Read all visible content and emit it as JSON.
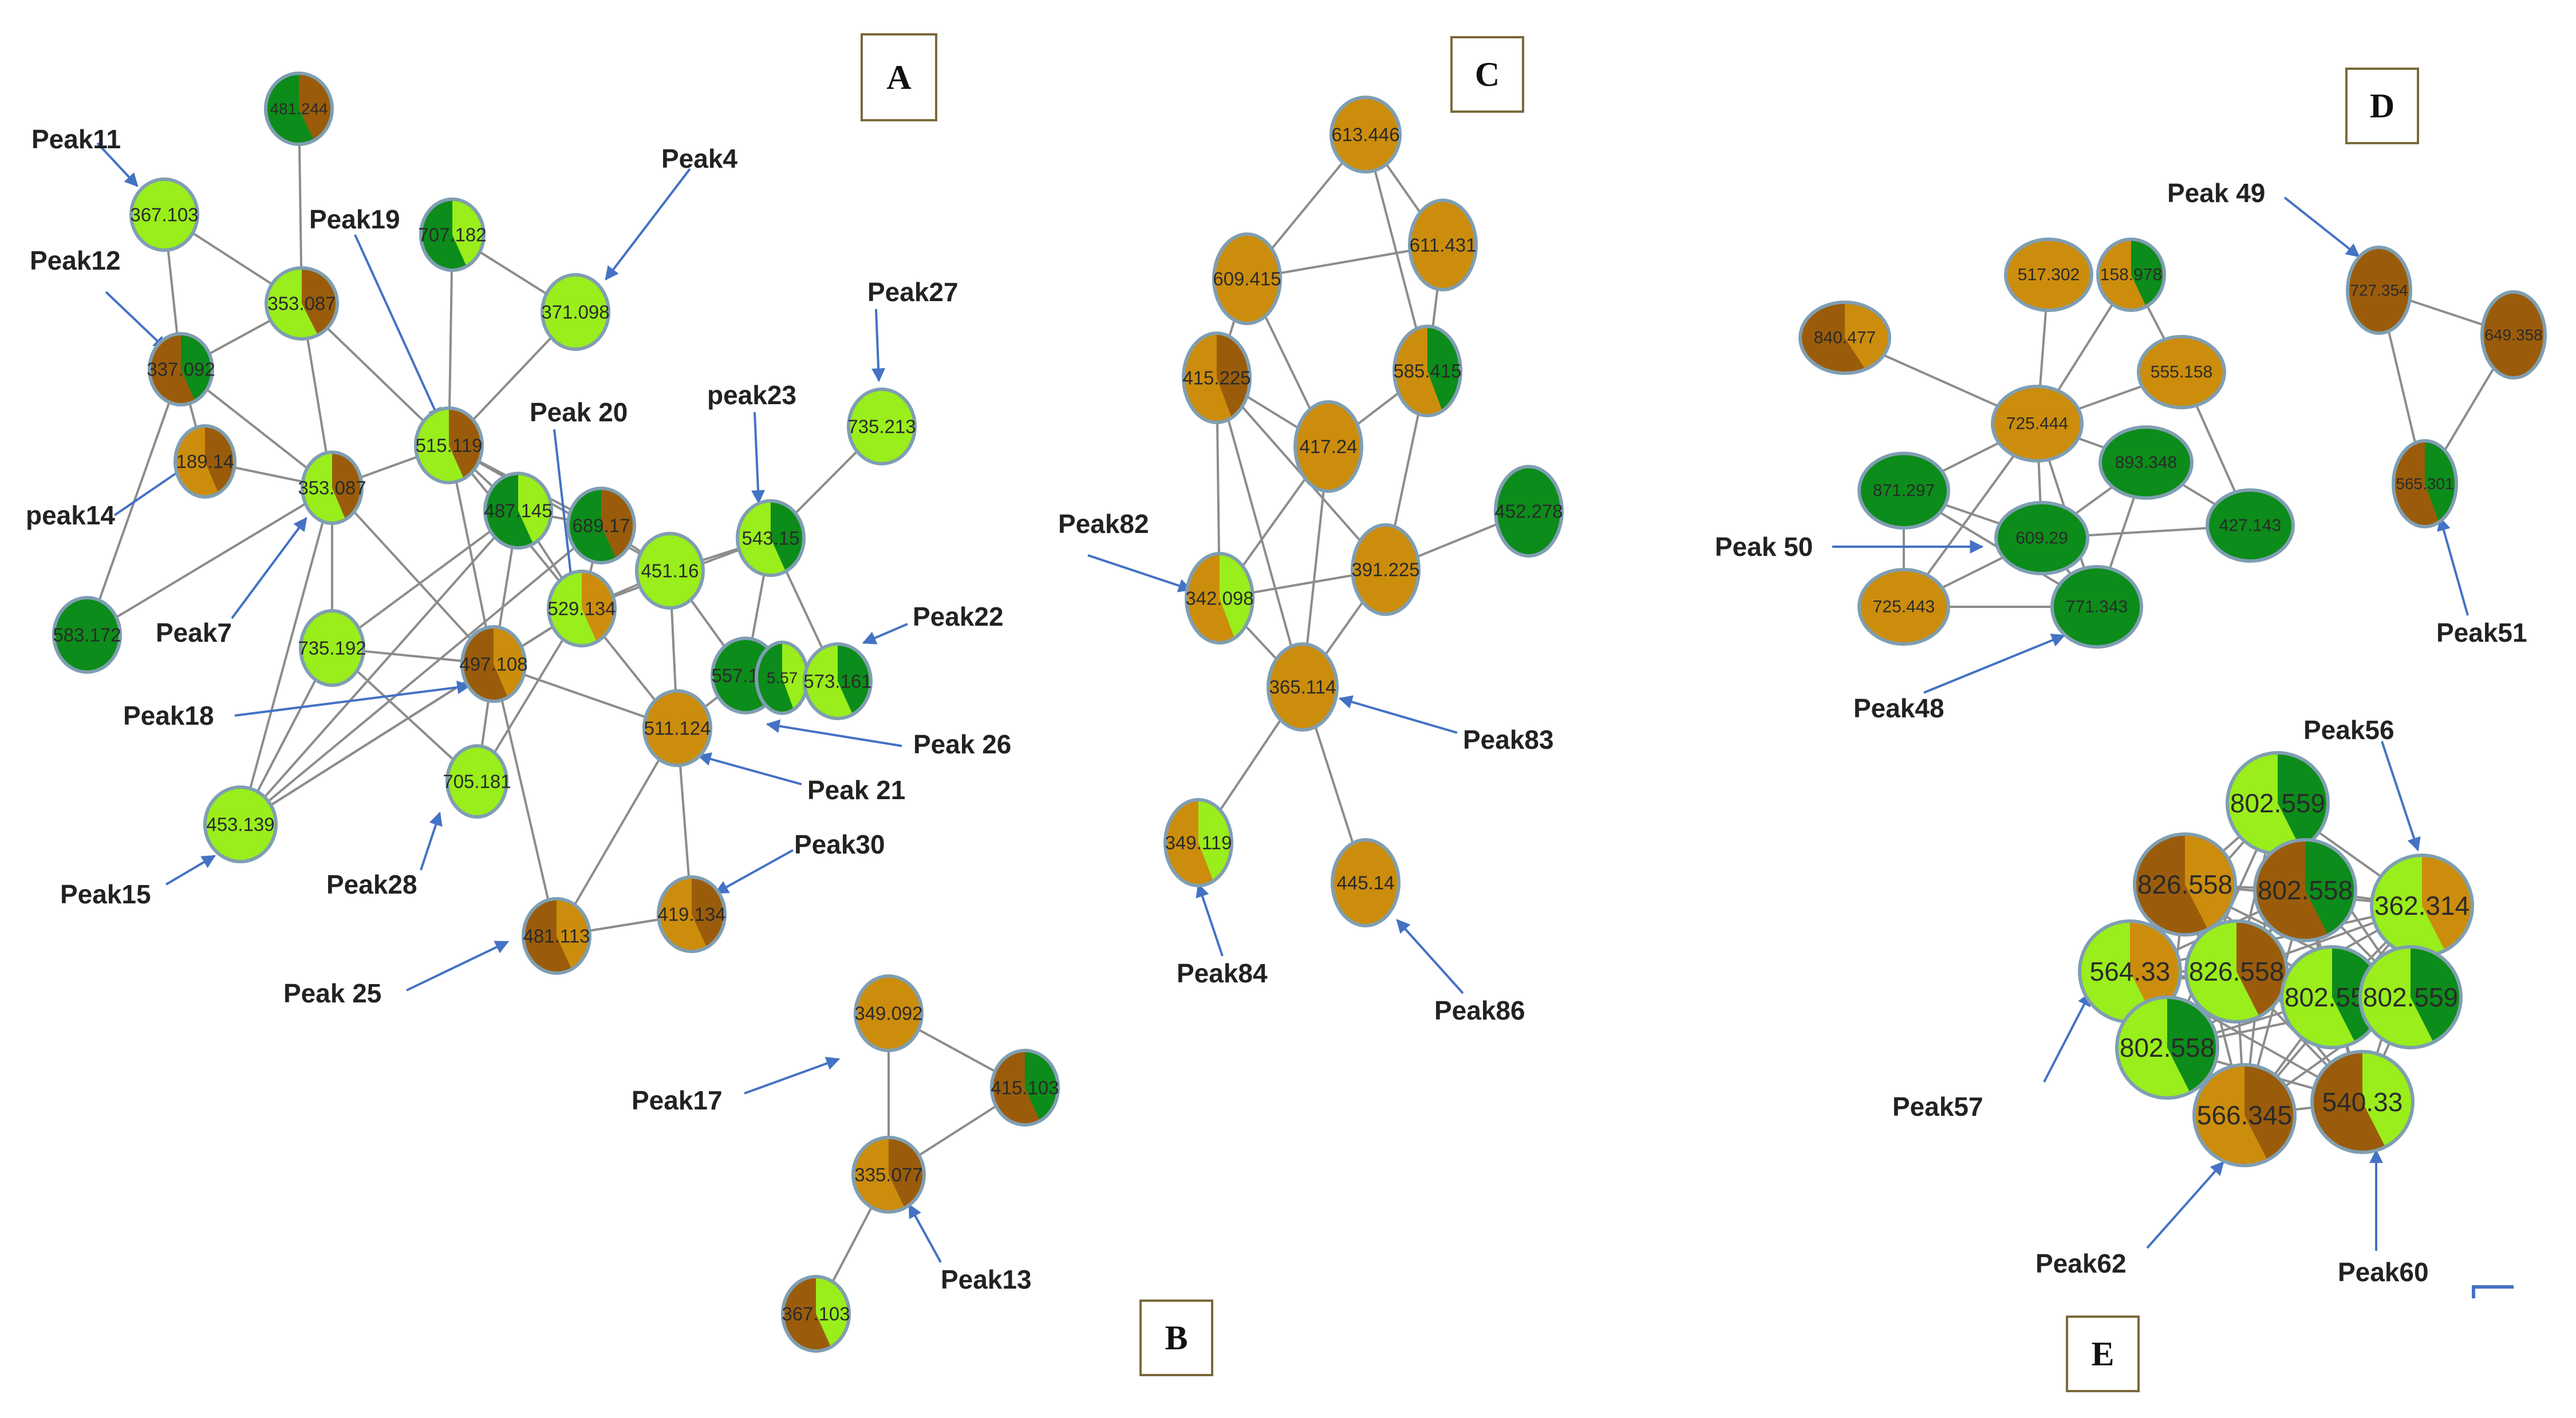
{
  "colors": {
    "lime": "#99ee1b",
    "dark_green": "#0c8c1a",
    "gold": "#cc8d0c",
    "brown": "#9a5c0a",
    "edge": "#8c8c8c",
    "arrow": "#4472c4"
  },
  "panels": {
    "A": "A",
    "B": "B",
    "C": "C",
    "D": "D",
    "E": "E"
  },
  "nodes": {
    "a1": {
      "label": "481.244",
      "fill": "dark_green",
      "accent": "brown"
    },
    "a2": {
      "label": "367.103",
      "fill": "lime",
      "accent": "lime"
    },
    "a3": {
      "label": "353.087",
      "fill": "lime",
      "accent": "brown"
    },
    "a4": {
      "label": "337.092",
      "fill": "brown",
      "accent": "dark_green"
    },
    "a5": {
      "label": "707.182",
      "fill": "dark_green",
      "accent": "lime"
    },
    "a6": {
      "label": "371.098",
      "fill": "lime",
      "accent": "lime"
    },
    "a7": {
      "label": "515.119",
      "fill": "lime",
      "accent": "brown"
    },
    "a8": {
      "label": "189.14",
      "fill": "gold",
      "accent": "brown"
    },
    "a9": {
      "label": "353.087",
      "fill": "lime",
      "accent": "brown"
    },
    "a10": {
      "label": "487.145",
      "fill": "dark_green",
      "accent": "lime"
    },
    "a11": {
      "label": "689.17",
      "fill": "dark_green",
      "accent": "brown"
    },
    "a12": {
      "label": "451.16",
      "fill": "lime",
      "accent": "lime"
    },
    "a13": {
      "label": "543.15",
      "fill": "lime",
      "accent": "dark_green"
    },
    "a14": {
      "label": "735.213",
      "fill": "lime",
      "accent": "lime"
    },
    "a15": {
      "label": "583.172",
      "fill": "dark_green",
      "accent": "dark_green"
    },
    "a16": {
      "label": "735.192",
      "fill": "lime",
      "accent": "lime"
    },
    "a17": {
      "label": "497.108",
      "fill": "brown",
      "accent": "gold"
    },
    "a18": {
      "label": "529.134",
      "fill": "lime",
      "accent": "gold"
    },
    "a19": {
      "label": "557.165",
      "fill": "dark_green",
      "accent": "dark_green"
    },
    "a20": {
      "label": "5.57",
      "fill": "dark_green",
      "accent": "lime"
    },
    "a21": {
      "label": "573.161",
      "fill": "lime",
      "accent": "dark_green"
    },
    "a22": {
      "label": "511.124",
      "fill": "gold",
      "accent": "gold"
    },
    "a23": {
      "label": "705.181",
      "fill": "lime",
      "accent": "lime"
    },
    "a24": {
      "label": "453.139",
      "fill": "lime",
      "accent": "lime"
    },
    "a25": {
      "label": "419.134",
      "fill": "gold",
      "accent": "brown"
    },
    "a26": {
      "label": "481.113",
      "fill": "brown",
      "accent": "gold"
    },
    "b1": {
      "label": "349.092",
      "fill": "gold",
      "accent": "gold"
    },
    "b2": {
      "label": "415.103",
      "fill": "brown",
      "accent": "dark_green"
    },
    "b3": {
      "label": "335.077",
      "fill": "gold",
      "accent": "brown"
    },
    "b4": {
      "label": "367.103",
      "fill": "brown",
      "accent": "lime"
    },
    "c1": {
      "label": "613.446",
      "fill": "gold",
      "accent": "gold"
    },
    "c2": {
      "label": "611.431",
      "fill": "gold",
      "accent": "gold"
    },
    "c3": {
      "label": "609.415",
      "fill": "gold",
      "accent": "gold"
    },
    "c4": {
      "label": "415.225",
      "fill": "gold",
      "accent": "brown"
    },
    "c5": {
      "label": "585.415",
      "fill": "gold",
      "accent": "dark_green"
    },
    "c6": {
      "label": "417.24",
      "fill": "gold",
      "accent": "gold"
    },
    "c7": {
      "label": "452.278",
      "fill": "dark_green",
      "accent": "dark_green"
    },
    "c8": {
      "label": "342.098",
      "fill": "gold",
      "accent": "lime"
    },
    "c9": {
      "label": "391.225",
      "fill": "gold",
      "accent": "gold"
    },
    "c10": {
      "label": "365.114",
      "fill": "gold",
      "accent": "gold"
    },
    "c11": {
      "label": "349.119",
      "fill": "gold",
      "accent": "lime"
    },
    "c12": {
      "label": "445.14",
      "fill": "gold",
      "accent": "gold"
    },
    "d1": {
      "label": "517.302",
      "fill": "gold",
      "accent": "gold"
    },
    "d2": {
      "label": "158.978",
      "fill": "gold",
      "accent": "dark_green"
    },
    "d3": {
      "label": "840.477",
      "fill": "brown",
      "accent": "gold"
    },
    "d4": {
      "label": "555.158",
      "fill": "gold",
      "accent": "gold"
    },
    "d5": {
      "label": "725.444",
      "fill": "gold",
      "accent": "gold"
    },
    "d6": {
      "label": "871.297",
      "fill": "dark_green",
      "accent": "dark_green"
    },
    "d7": {
      "label": "893.348",
      "fill": "dark_green",
      "accent": "dark_green"
    },
    "d8": {
      "label": "609.29",
      "fill": "dark_green",
      "accent": "dark_green"
    },
    "d9": {
      "label": "427.143",
      "fill": "dark_green",
      "accent": "dark_green"
    },
    "d10": {
      "label": "725.443",
      "fill": "gold",
      "accent": "gold"
    },
    "d11": {
      "label": "771.343",
      "fill": "dark_green",
      "accent": "dark_green"
    },
    "d12": {
      "label": "727.354",
      "fill": "brown",
      "accent": "brown"
    },
    "d13": {
      "label": "649.358",
      "fill": "brown",
      "accent": "brown"
    },
    "d14": {
      "label": "565.301",
      "fill": "brown",
      "accent": "dark_green"
    },
    "e1": {
      "label": "802.559",
      "fill": "lime",
      "accent": "dark_green"
    },
    "e2": {
      "label": "826.558",
      "fill": "brown",
      "accent": "gold"
    },
    "e3": {
      "label": "802.558",
      "fill": "brown",
      "accent": "dark_green"
    },
    "e4": {
      "label": "362.314",
      "fill": "lime",
      "accent": "gold"
    },
    "e5": {
      "label": "564.33",
      "fill": "lime",
      "accent": "gold"
    },
    "e6": {
      "label": "826.558",
      "fill": "lime",
      "accent": "brown"
    },
    "e7": {
      "label": "802.558",
      "fill": "lime",
      "accent": "dark_green"
    },
    "e8": {
      "label": "802.559",
      "fill": "lime",
      "accent": "dark_green"
    },
    "e9": {
      "label": "802.558",
      "fill": "lime",
      "accent": "dark_green"
    },
    "e10": {
      "label": "566.345",
      "fill": "gold",
      "accent": "brown"
    },
    "e11": {
      "label": "540.33",
      "fill": "brown",
      "accent": "lime"
    }
  },
  "callouts": {
    "peak11": "Peak11",
    "peak12": "Peak12",
    "peak19": "Peak19",
    "peak4": "Peak4",
    "peak27": "Peak27",
    "peak20": "Peak 20",
    "peak23": "peak23",
    "peak14": "peak14",
    "peak7": "Peak7",
    "peak22": "Peak22",
    "peak18": "Peak18",
    "peak26": "Peak 26",
    "peak21": "Peak 21",
    "peak30": "Peak30",
    "peak15": "Peak15",
    "peak28": "Peak28",
    "peak25": "Peak 25",
    "peak17": "Peak17",
    "peak13": "Peak13",
    "peak82": "Peak82",
    "peak83": "Peak83",
    "peak84": "Peak84",
    "peak86": "Peak86",
    "peak49": "Peak 49",
    "peak50": "Peak 50",
    "peak48": "Peak48",
    "peak51": "Peak51",
    "peak56": "Peak56",
    "peak57": "Peak57",
    "peak62": "Peak62",
    "peak60": "Peak60"
  }
}
